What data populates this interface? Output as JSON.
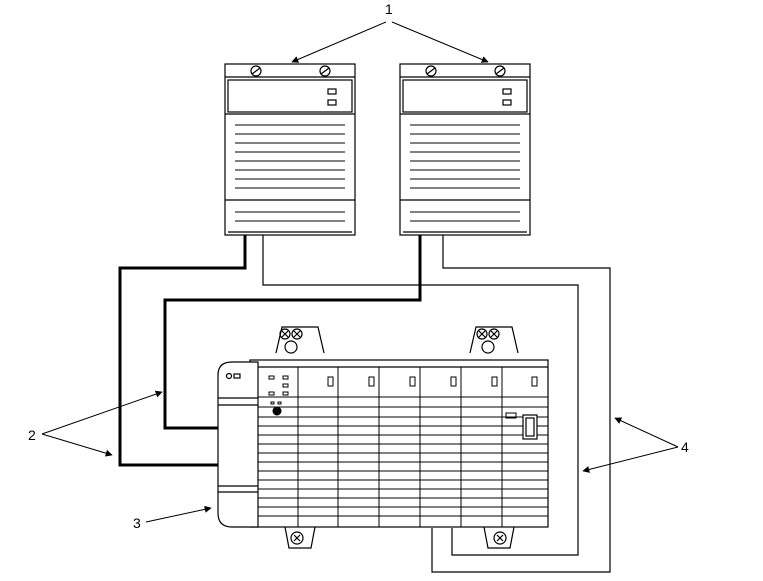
{
  "diagram": {
    "callouts": {
      "power_supplies": "1",
      "power_cables": "2",
      "chassis": "3",
      "redundancy_cables": "4"
    }
  }
}
